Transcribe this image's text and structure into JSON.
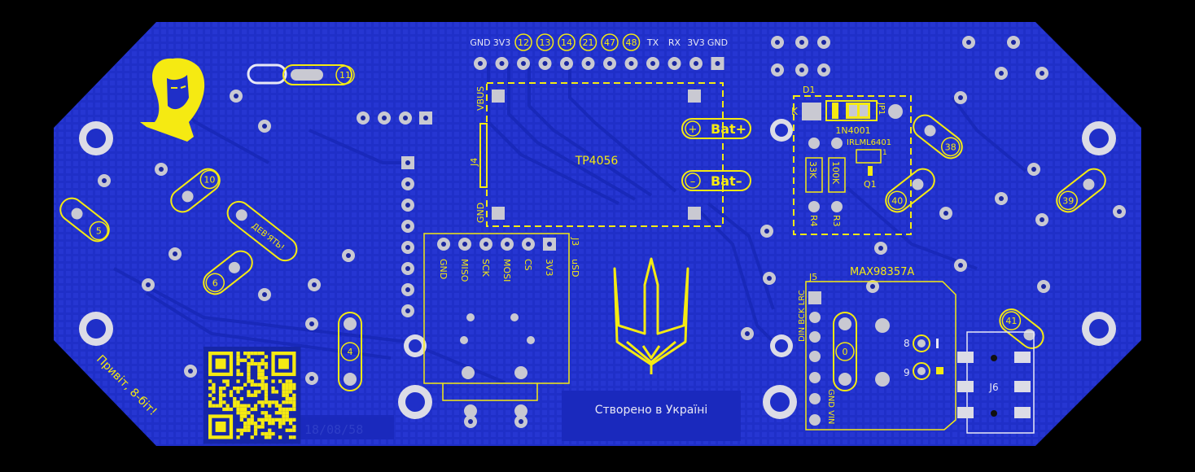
{
  "colors": {
    "background": "#000000",
    "board": "#1f2fc8",
    "board_dark": "#1626a8",
    "silk": "#f5ea12",
    "pad": "#c9c9d2",
    "hole": "#1a26a0",
    "white_text": "#e8e8f5"
  },
  "header_pins": [
    "GND",
    "3V3",
    "12",
    "13",
    "14",
    "21",
    "47",
    "48",
    "TX",
    "RX",
    "3V3",
    "GND"
  ],
  "tp4056": {
    "name": "TP4056",
    "vbus": "VBUS",
    "gnd": "GND",
    "j4": "J4",
    "bat_plus": "Bat+",
    "bat_minus": "Bat–",
    "plus_sign": "+",
    "minus_sign": "–"
  },
  "sd_module": {
    "pins": [
      "GND",
      "MISO",
      "SCK",
      "MOSI",
      "CS",
      "3V3"
    ],
    "ref": "J3",
    "name": "uSD"
  },
  "power": {
    "d1": "D1",
    "k": "K",
    "jp1": "JP1",
    "diode": "1N4001",
    "mosfet": "IRLML6401",
    "q1": "Q1",
    "r4_value": "33K",
    "r3_value": "100K",
    "r4": "R4",
    "r3": "R3",
    "pin1": "1"
  },
  "amp": {
    "name": "MAX98357A",
    "ref": "J5",
    "top_pins": "DIN BCK LRC",
    "bottom_pins": "GND VIN",
    "j6": "J6",
    "pin8": "8",
    "pin9": "9"
  },
  "button_labels": [
    "11",
    "10",
    "5",
    "6",
    "4",
    "0",
    "38",
    "40",
    "39",
    "41"
  ],
  "devyat": "ДЕВ'ЯТЬ!",
  "greeting": "Привіт, 8-біт!",
  "date": "18/08/58",
  "made_in": "Створено в Україні"
}
